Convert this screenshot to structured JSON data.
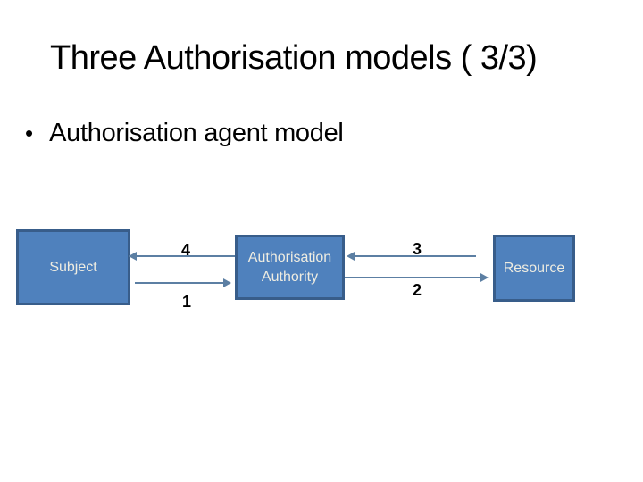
{
  "slide": {
    "title": "Three Authorisation models ( 3/3)",
    "bullet": {
      "marker": "•",
      "text": "Authorisation agent model"
    }
  },
  "diagram": {
    "nodes": [
      {
        "id": "subject",
        "label": "Subject"
      },
      {
        "id": "authorisation-authority",
        "label": "Authorisation Authority"
      },
      {
        "id": "resource",
        "label": "Resource"
      }
    ],
    "arrows": [
      {
        "label": "1",
        "from": "Subject",
        "to": "Authorisation Authority",
        "direction": "right"
      },
      {
        "label": "2",
        "from": "Authorisation Authority",
        "to": "Resource",
        "direction": "right"
      },
      {
        "label": "3",
        "from": "Resource",
        "to": "Authorisation Authority",
        "direction": "left"
      },
      {
        "label": "4",
        "from": "Authorisation Authority",
        "to": "Subject",
        "direction": "left"
      }
    ],
    "colors": {
      "node_fill": "#4f81bd",
      "node_border": "#385d8a",
      "node_text": "#eeece1",
      "line": "#5c7fa3",
      "label_text": "#000000"
    }
  }
}
